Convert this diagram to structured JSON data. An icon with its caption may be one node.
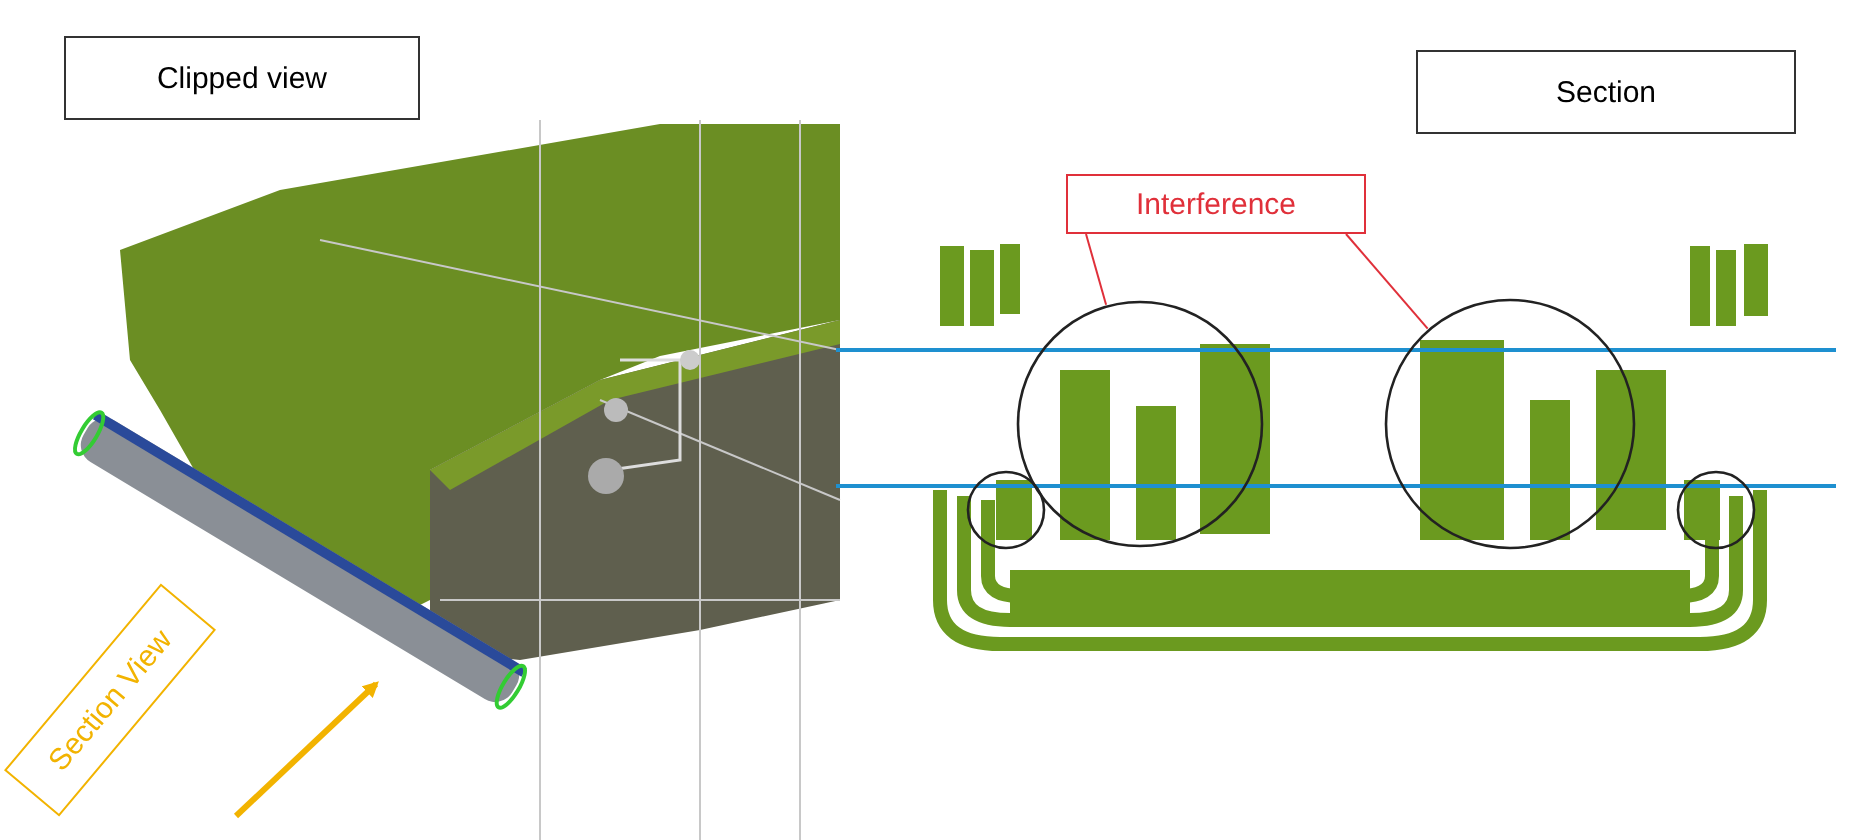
{
  "diagram": {
    "nodes": [
      {
        "text": [
          "Clipped view"
        ]
      },
      {
        "text": [
          "Section"
        ]
      },
      {
        "text": [
          "Interference"
        ]
      },
      {
        "text": [],
        "shape": "circle"
      },
      {
        "text": [],
        "shape": "circle"
      },
      {
        "text": [],
        "shape": "circle"
      },
      {
        "text": [],
        "shape": "circle"
      },
      {
        "text": [
          "Section View"
        ]
      }
    ],
    "edges": [
      {
        "from": 2,
        "to": 4,
        "arrow": "none"
      },
      {
        "from": 2,
        "to": 5,
        "arrow": "none"
      }
    ]
  }
}
